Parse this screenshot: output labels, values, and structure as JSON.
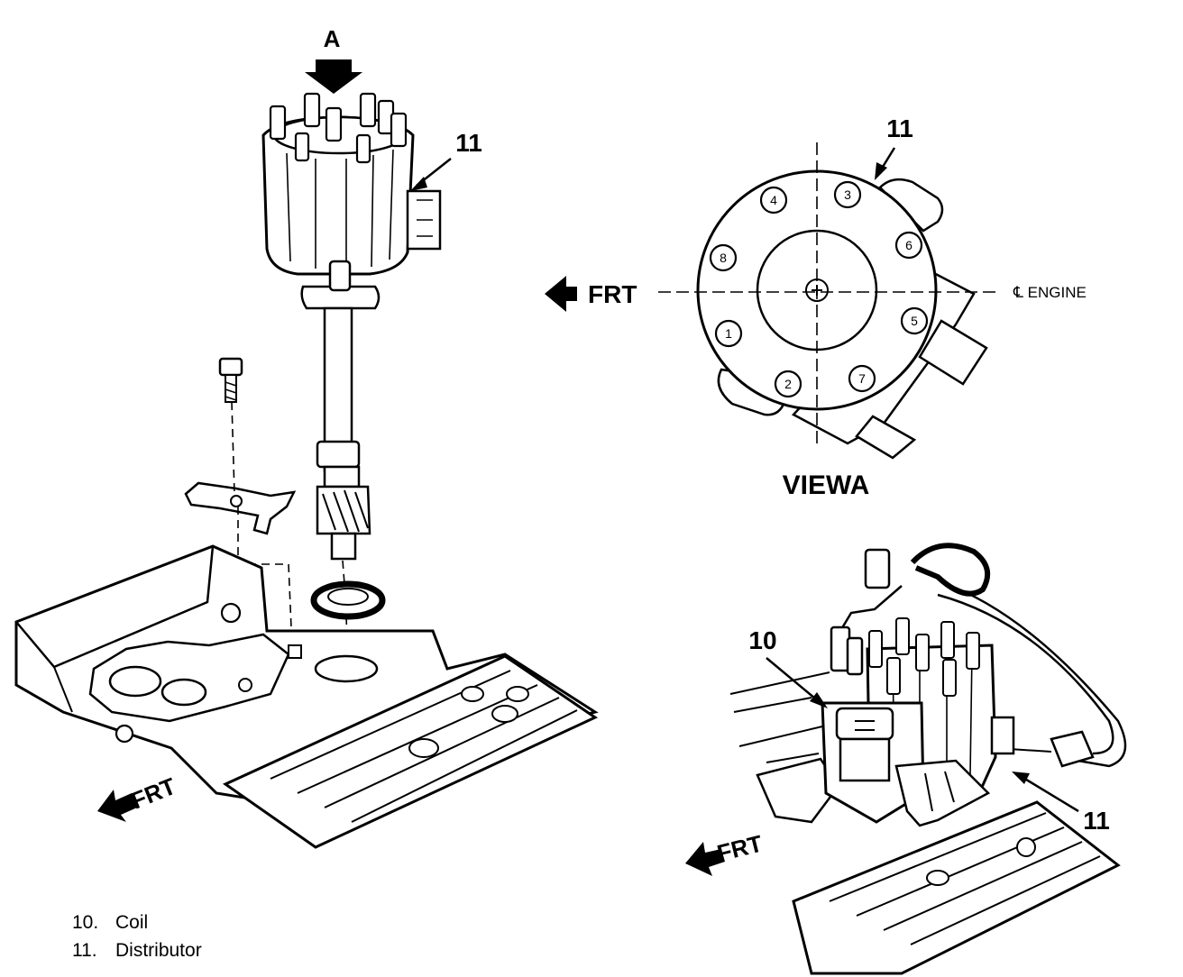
{
  "labels": {
    "view_arrow": "A",
    "distributor_callout": "11",
    "frt_main": "FRT",
    "frt_view": "FRT",
    "engine_centerline": "℄ ENGINE",
    "view_title": "VIEWA",
    "coil_callout": "10",
    "distributor_callout_small": "11",
    "frt_small": "FRT"
  },
  "firing_positions": [
    "1",
    "2",
    "3",
    "4",
    "5",
    "6",
    "7",
    "8"
  ],
  "legend": [
    {
      "number": "10.",
      "text": "Coil"
    },
    {
      "number": "11.",
      "text": "Distributor"
    }
  ]
}
